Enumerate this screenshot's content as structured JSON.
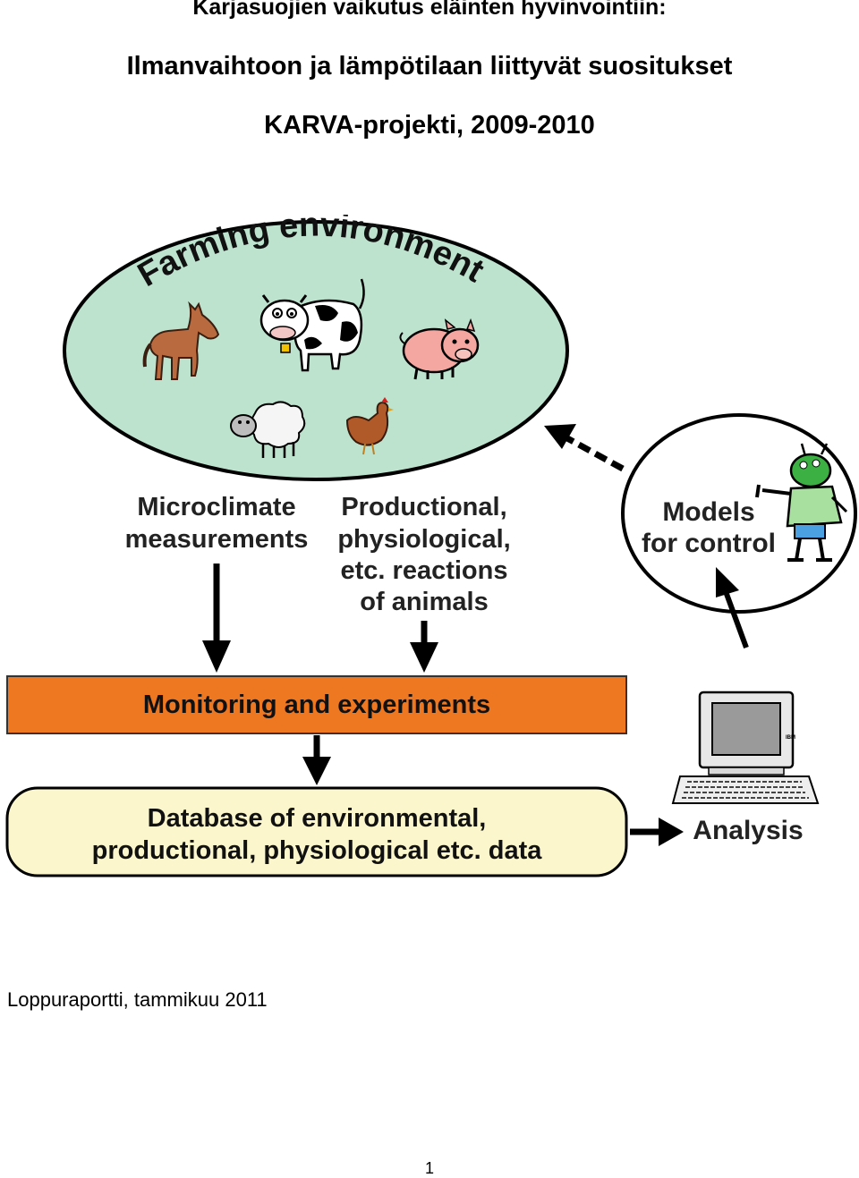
{
  "header": {
    "title_line1": "Karjasuojien vaikutus eläinten hyvinvointiin:",
    "title_line2": "Ilmanvaihtoon ja lämpötilaan liittyvät suositukset",
    "title_line3": "KARVA-projekti, 2009-2010"
  },
  "diagram": {
    "farming_environment": "Farming environment",
    "microclimate_line1": "Microclimate",
    "microclimate_line2": "measurements",
    "productional_line1": "Productional,",
    "productional_line2": "physiological,",
    "productional_line3": "etc. reactions",
    "productional_line4": "of animals",
    "models_line1": "Models",
    "models_line2": "for control",
    "monitoring": "Monitoring and experiments",
    "database_line1": "Database of environmental,",
    "database_line2": "productional, physiological etc. data",
    "analysis": "Analysis",
    "computer_brand": "IBM",
    "colors": {
      "ellipse_fill": "#bde3cf",
      "monitoring_fill": "#ee7722",
      "database_fill": "#fbf6cb"
    },
    "icons": [
      "horse-icon",
      "cow-icon",
      "pig-icon",
      "sheep-icon",
      "hen-icon",
      "computer-icon",
      "alien-character-icon"
    ]
  },
  "footer": {
    "report_text": "Loppuraportti, tammikuu 2011",
    "page_number": "1"
  }
}
